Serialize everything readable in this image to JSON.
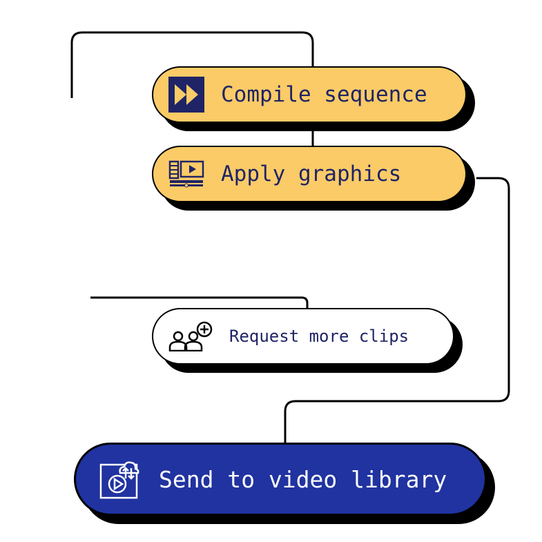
{
  "colors": {
    "yellow": "#fbcb67",
    "navy": "#1f2466",
    "blue": "#2033a0",
    "white": "#ffffff",
    "outline": "#000000"
  },
  "steps": {
    "compile": {
      "label": "Compile sequence",
      "icon": "fast-forward-icon"
    },
    "graphics": {
      "label": "Apply graphics",
      "icon": "video-editor-icon"
    },
    "request": {
      "label": "Request more clips",
      "icon": "add-users-icon"
    },
    "send": {
      "label": "Send to video library",
      "icon": "cloud-upload-video-icon"
    }
  }
}
